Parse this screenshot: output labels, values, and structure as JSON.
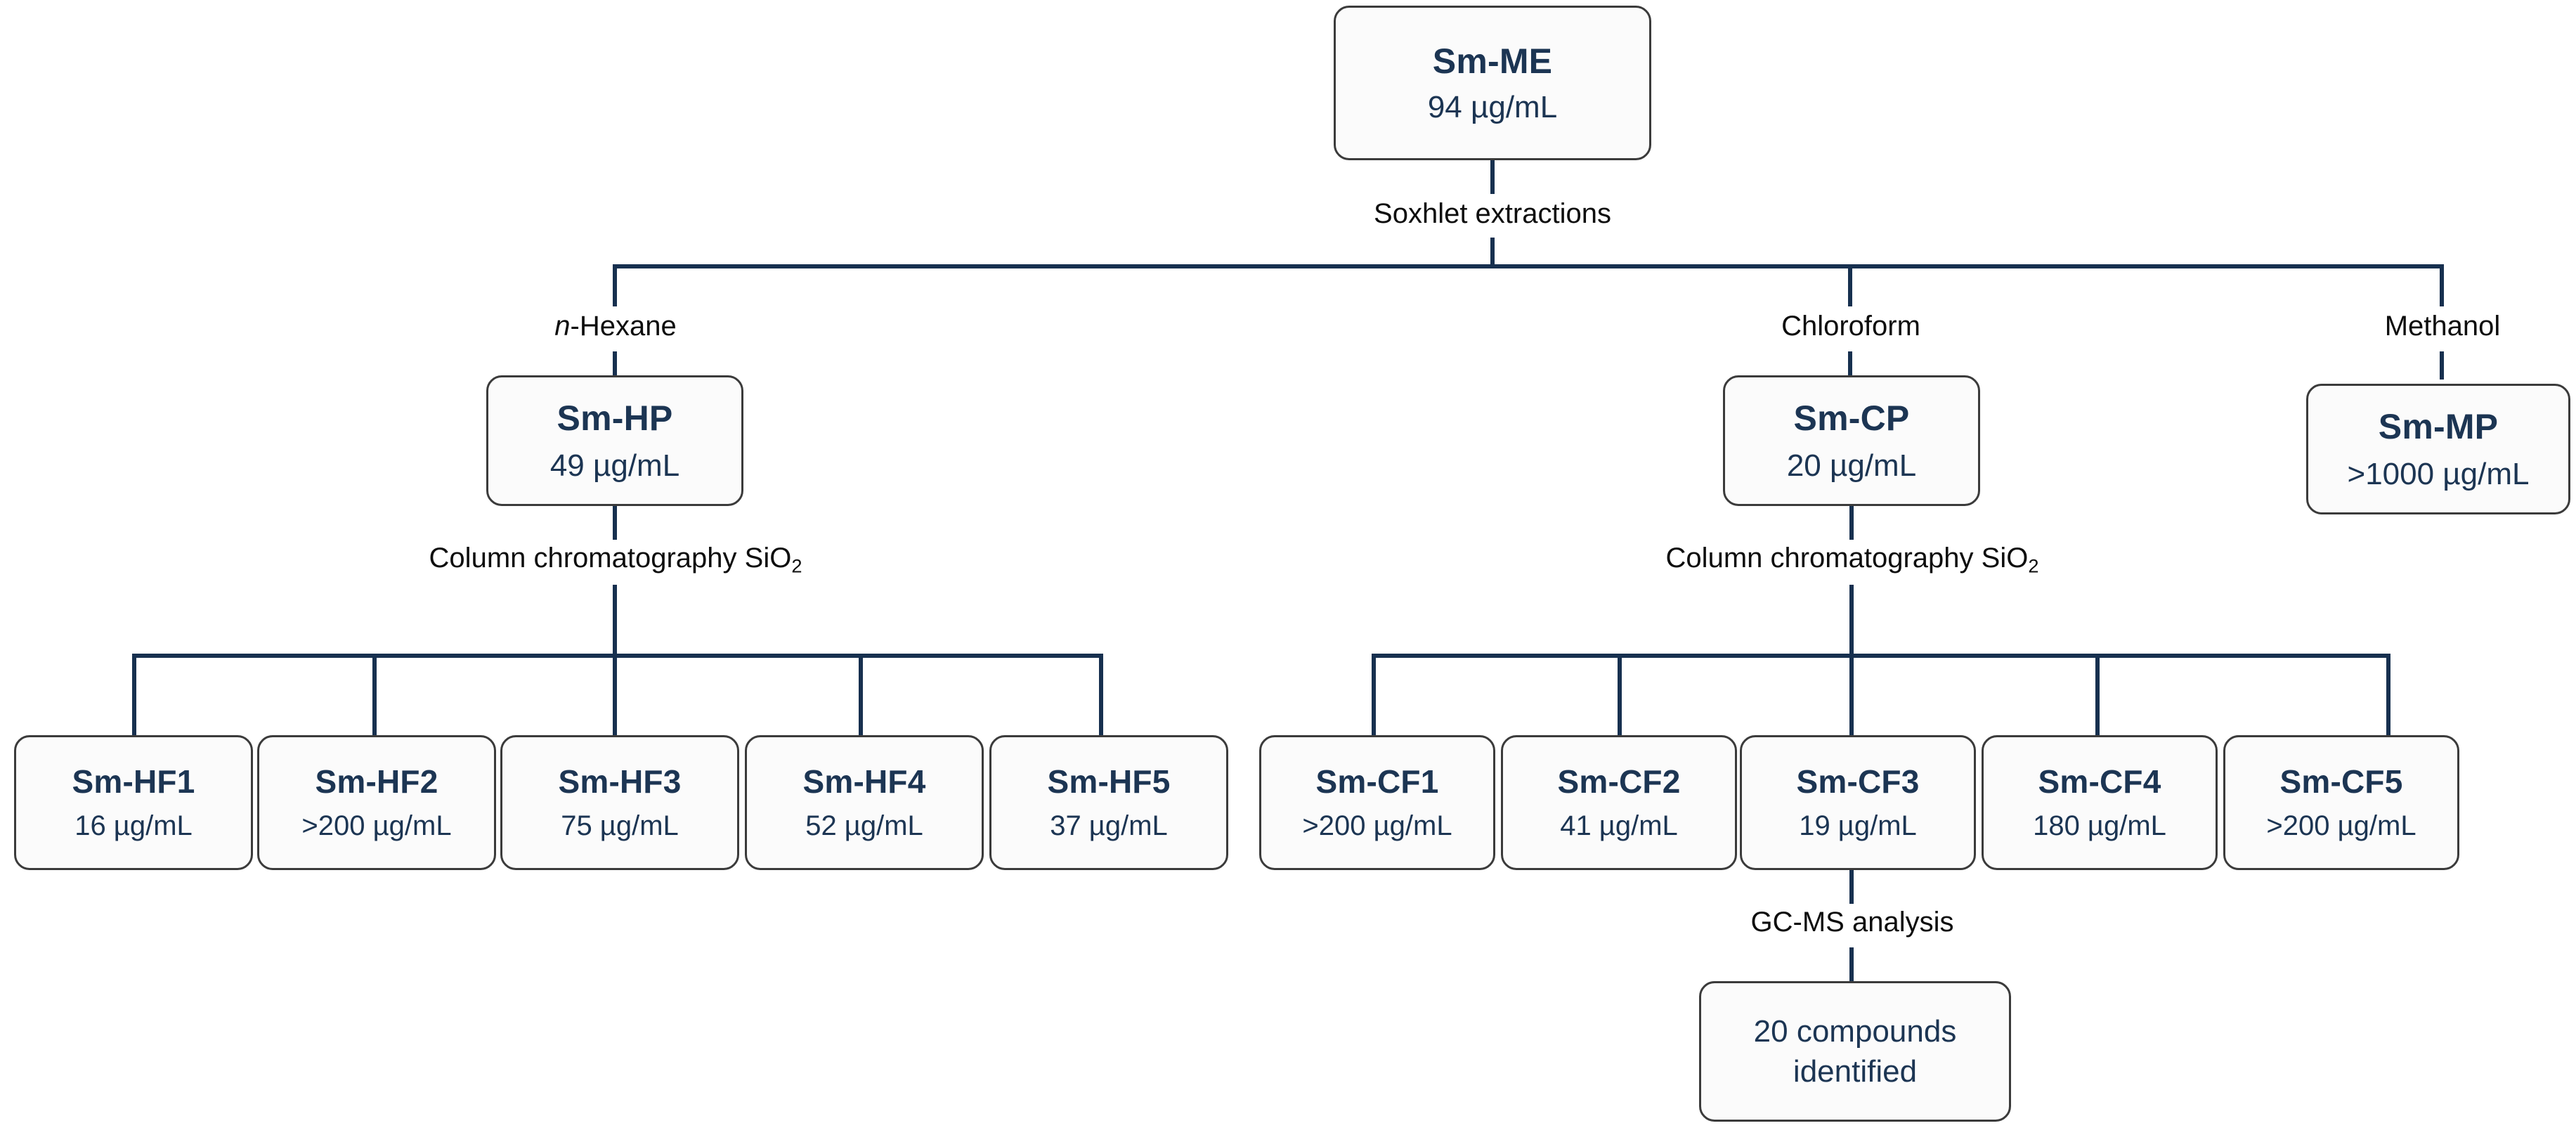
{
  "diagram": {
    "title_visible": false,
    "colors": {
      "connector": "#17304f",
      "node_border": "#3b3b3b",
      "node_text": "#1c3553",
      "edge_label_text": "#0d0d0d",
      "background": "#ffffff"
    },
    "root": {
      "id": "sm-me",
      "title": "Sm-ME",
      "value": "94 µg/mL"
    },
    "edges": {
      "soxhlet": "Soxhlet extractions",
      "solvent_hexane_prefix": "n",
      "solvent_hexane_rest": "-Hexane",
      "solvent_chloroform": "Chloroform",
      "solvent_methanol": "Methanol",
      "column_chromatography_pre": "Column chromatography SiO",
      "column_chromatography_sub": "2",
      "gcms": "GC-MS analysis"
    },
    "level2": [
      {
        "id": "sm-hp",
        "title": "Sm-HP",
        "value": "49 µg/mL"
      },
      {
        "id": "sm-cp",
        "title": "Sm-CP",
        "value": "20 µg/mL"
      },
      {
        "id": "sm-mp",
        "title": "Sm-MP",
        "value": ">1000 µg/mL"
      }
    ],
    "hexane_fractions": [
      {
        "id": "sm-hf1",
        "title": "Sm-HF1",
        "value": "16 µg/mL"
      },
      {
        "id": "sm-hf2",
        "title": "Sm-HF2",
        "value": ">200 µg/mL"
      },
      {
        "id": "sm-hf3",
        "title": "Sm-HF3",
        "value": "75 µg/mL"
      },
      {
        "id": "sm-hf4",
        "title": "Sm-HF4",
        "value": "52 µg/mL"
      },
      {
        "id": "sm-hf5",
        "title": "Sm-HF5",
        "value": "37 µg/mL"
      }
    ],
    "chloroform_fractions": [
      {
        "id": "sm-cf1",
        "title": "Sm-CF1",
        "value": ">200 µg/mL"
      },
      {
        "id": "sm-cf2",
        "title": "Sm-CF2",
        "value": "41 µg/mL"
      },
      {
        "id": "sm-cf3",
        "title": "Sm-CF3",
        "value": "19 µg/mL"
      },
      {
        "id": "sm-cf4",
        "title": "Sm-CF4",
        "value": "180 µg/mL"
      },
      {
        "id": "sm-cf5",
        "title": "Sm-CF5",
        "value": ">200 µg/mL"
      }
    ],
    "terminal": {
      "id": "compounds-identified",
      "line1": "20 compounds",
      "line2": "identified"
    }
  }
}
